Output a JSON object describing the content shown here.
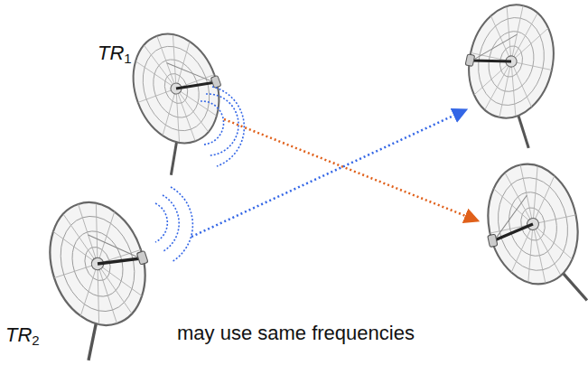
{
  "diagram": {
    "labels": [
      "TR1",
      "TR2",
      "may use same frequencies"
    ]
  }
}
